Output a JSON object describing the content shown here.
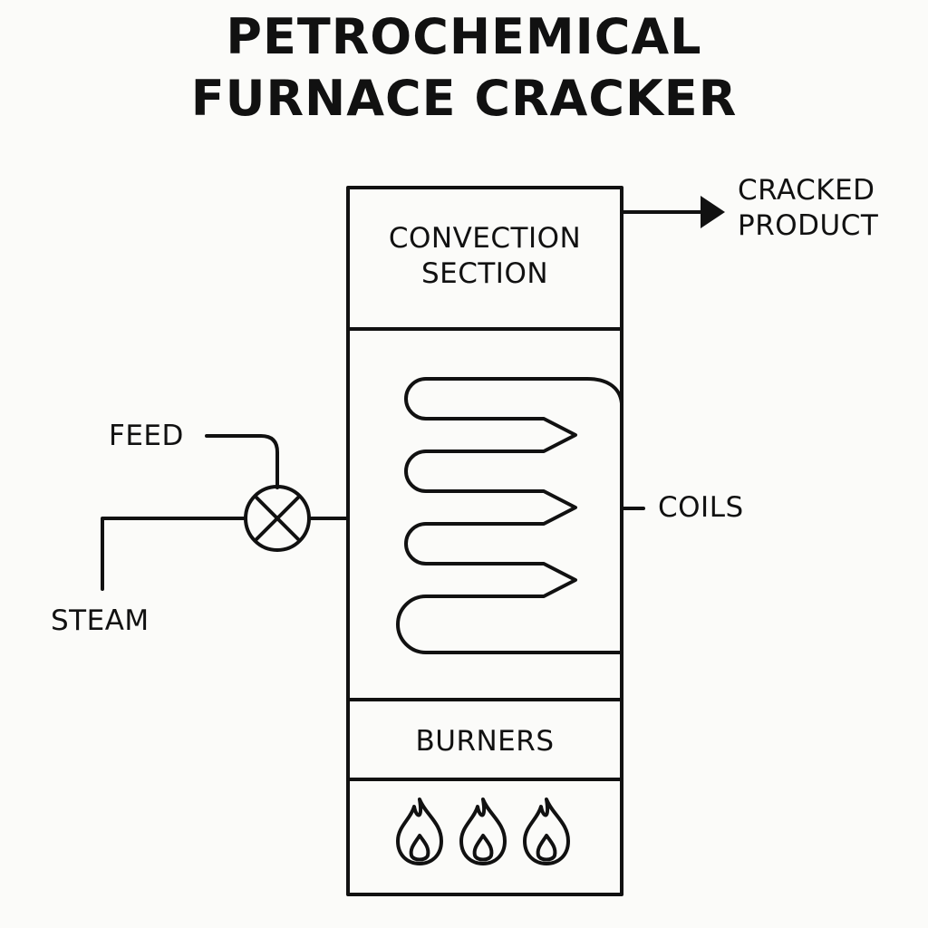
{
  "title": {
    "line1": "PETROCHEMICAL",
    "line2": "FURNACE CRACKER"
  },
  "sections": {
    "convection": {
      "line1": "CONVECTION",
      "line2": "SECTION"
    },
    "burners": "BURNERS"
  },
  "labels": {
    "feed": "FEED",
    "steam": "STEAM",
    "coils": "COILS",
    "product_line1": "CRACKED",
    "product_line2": "PRODUCT"
  },
  "colors": {
    "stroke": "#111111",
    "background": "#fbfbf9"
  },
  "icons": [
    "mixing-valve-icon",
    "arrow-right-icon",
    "flame-icon",
    "flame-icon",
    "flame-icon"
  ]
}
